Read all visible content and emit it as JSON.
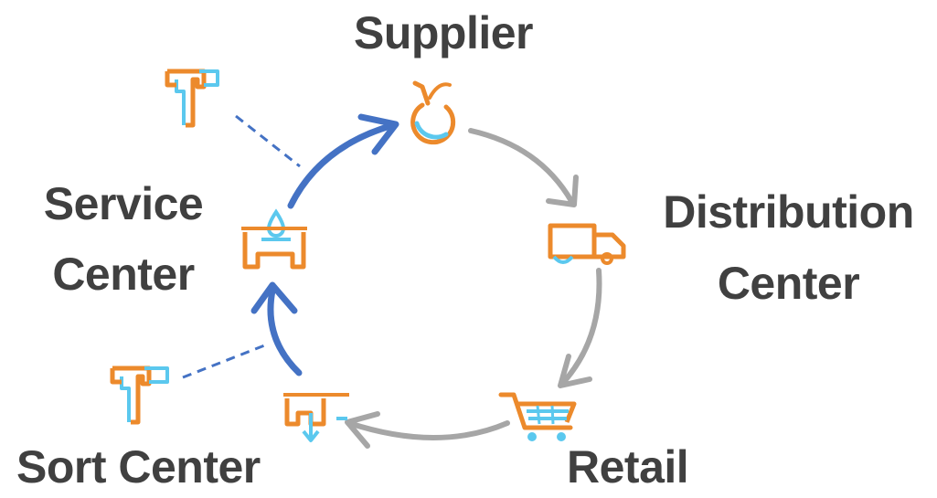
{
  "nodes": {
    "supplier": {
      "label": "Supplier",
      "icon": "apple-icon"
    },
    "distribution": {
      "label_line1": "Distribution",
      "label_line2": "Center",
      "icon": "truck-icon"
    },
    "retail": {
      "label": "Retail",
      "icon": "shopping-cart-icon"
    },
    "sort": {
      "label": "Sort Center",
      "icon": "sort-bin-icon"
    },
    "service": {
      "label_line1": "Service",
      "label_line2": "Center",
      "icon": "wash-station-icon"
    }
  },
  "flows": [
    {
      "from": "supplier",
      "to": "distribution",
      "style": "gray-arrow"
    },
    {
      "from": "distribution",
      "to": "retail",
      "style": "gray-arrow"
    },
    {
      "from": "retail",
      "to": "sort",
      "style": "gray-arrow"
    },
    {
      "from": "sort",
      "to": "service",
      "style": "blue-arrow"
    },
    {
      "from": "service",
      "to": "supplier",
      "style": "blue-arrow"
    }
  ],
  "connectors": [
    {
      "icon": "t-pallet-icon",
      "attached_to": "flow service-supplier",
      "style": "dashed-blue"
    },
    {
      "icon": "t-pallet-icon",
      "attached_to": "flow sort-service",
      "style": "dashed-blue"
    }
  ],
  "colors": {
    "text": "#404040",
    "orange": "#ec8a2c",
    "light_blue": "#5bc8ee",
    "gray_arrow": "#a6a6a6",
    "blue_arrow": "#4472c4"
  }
}
